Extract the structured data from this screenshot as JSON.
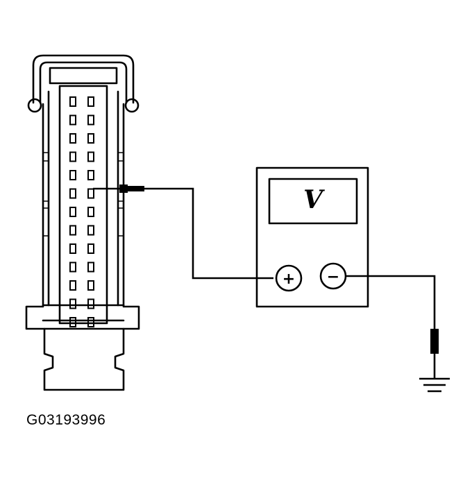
{
  "figure": {
    "id_label": "G03193996"
  },
  "meter": {
    "display_symbol": "V",
    "positive_symbol": "+",
    "negative_symbol": "−"
  },
  "icons": {
    "connector": "connector-icon",
    "probe": "probe-icon",
    "ground": "ground-icon"
  },
  "connector": {
    "pin_rows": 13,
    "pin_columns": 2,
    "probed_row": 6,
    "probed_column": 2
  }
}
